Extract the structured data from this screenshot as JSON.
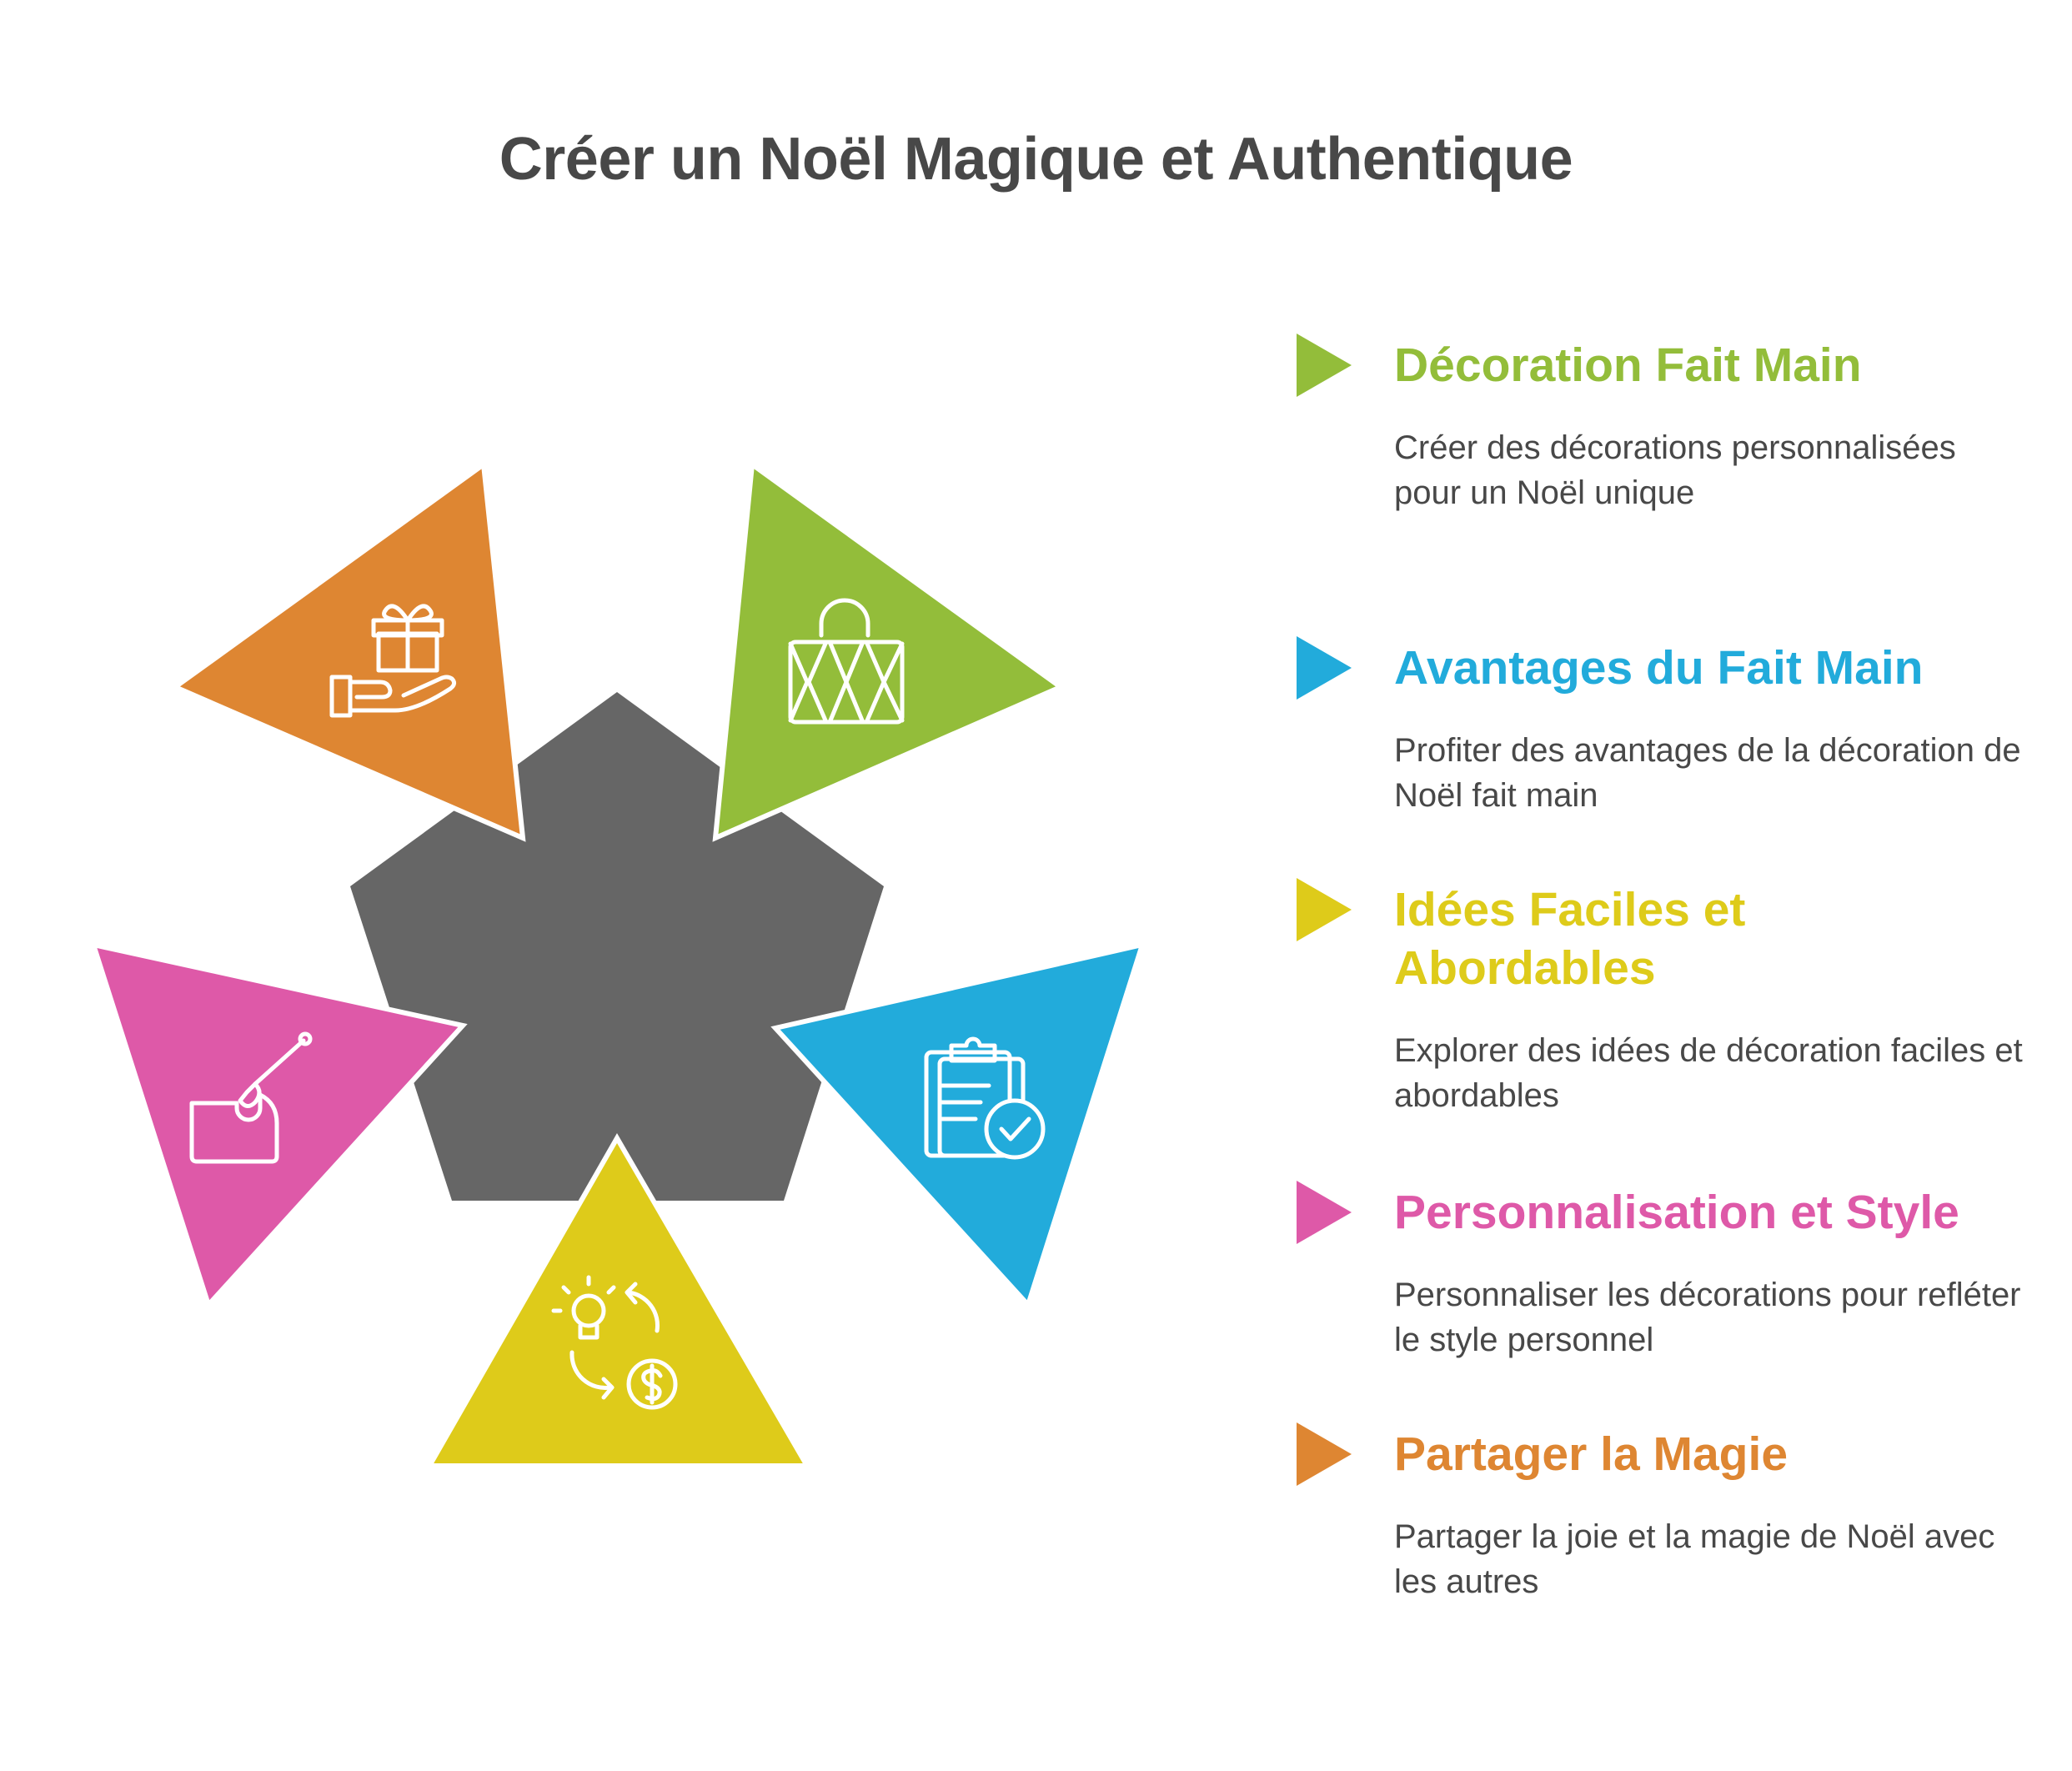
{
  "title": "Créer un Noël Magique et Authentique",
  "colors": {
    "center": "#666666",
    "green": "#93BD3A",
    "blue": "#22ABDB",
    "yellow": "#DECB1A",
    "pink": "#DE59A8",
    "orange": "#DE8632"
  },
  "items": [
    {
      "title": "Décoration Fait Main",
      "description": "Créer des décorations personnalisées pour un Noël unique",
      "color": "#93BD3A",
      "icon": "shopping-bag-icon"
    },
    {
      "title": "Avantages du Fait Main",
      "description": "Profiter des avantages de la décoration de Noël fait main",
      "color": "#22ABDB",
      "icon": "clipboard-check-icon"
    },
    {
      "title": "Idées Faciles et Abordables",
      "description": "Explorer des idées de décoration faciles et abordables",
      "color": "#DECB1A",
      "icon": "lightbulb-dollar-icon"
    },
    {
      "title": "Personnalisation et Style",
      "description": "Personnaliser les décorations pour refléter le style personnel",
      "color": "#DE59A8",
      "icon": "paint-brush-icon"
    },
    {
      "title": "Partager la Magie",
      "description": "Partager la joie et la magie de Noël avec les autres",
      "color": "#DE8632",
      "icon": "gift-hand-icon"
    }
  ]
}
